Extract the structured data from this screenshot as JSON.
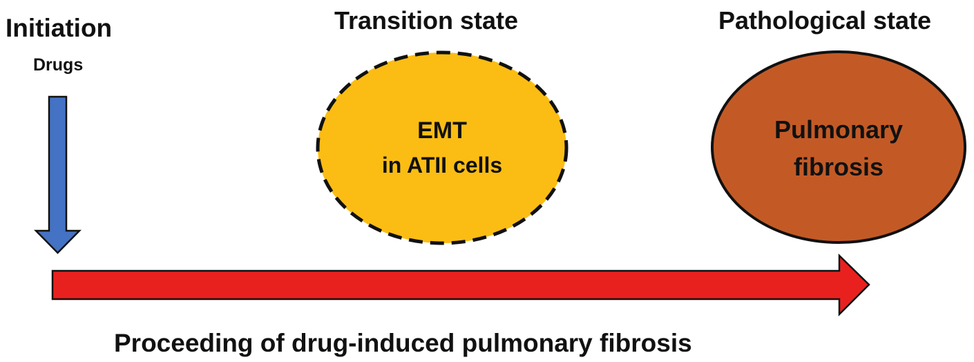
{
  "headers": {
    "initiation": "Initiation",
    "initiation_sub": "Drugs",
    "transition": "Transition state",
    "pathological": "Pathological state"
  },
  "nodes": {
    "emt": {
      "line1": "EMT",
      "line2": "in ATII cells"
    },
    "fibrosis": {
      "line1": "Pulmonary",
      "line2": "fibrosis"
    }
  },
  "footer": "Proceeding of drug-induced pulmonary fibrosis",
  "colors": {
    "drug_arrow": "#4472c4",
    "timeline_arrow": "#e8211f",
    "emt_fill": "#fbbd14",
    "fibrosis_fill": "#c35a26",
    "outline": "#111111"
  }
}
